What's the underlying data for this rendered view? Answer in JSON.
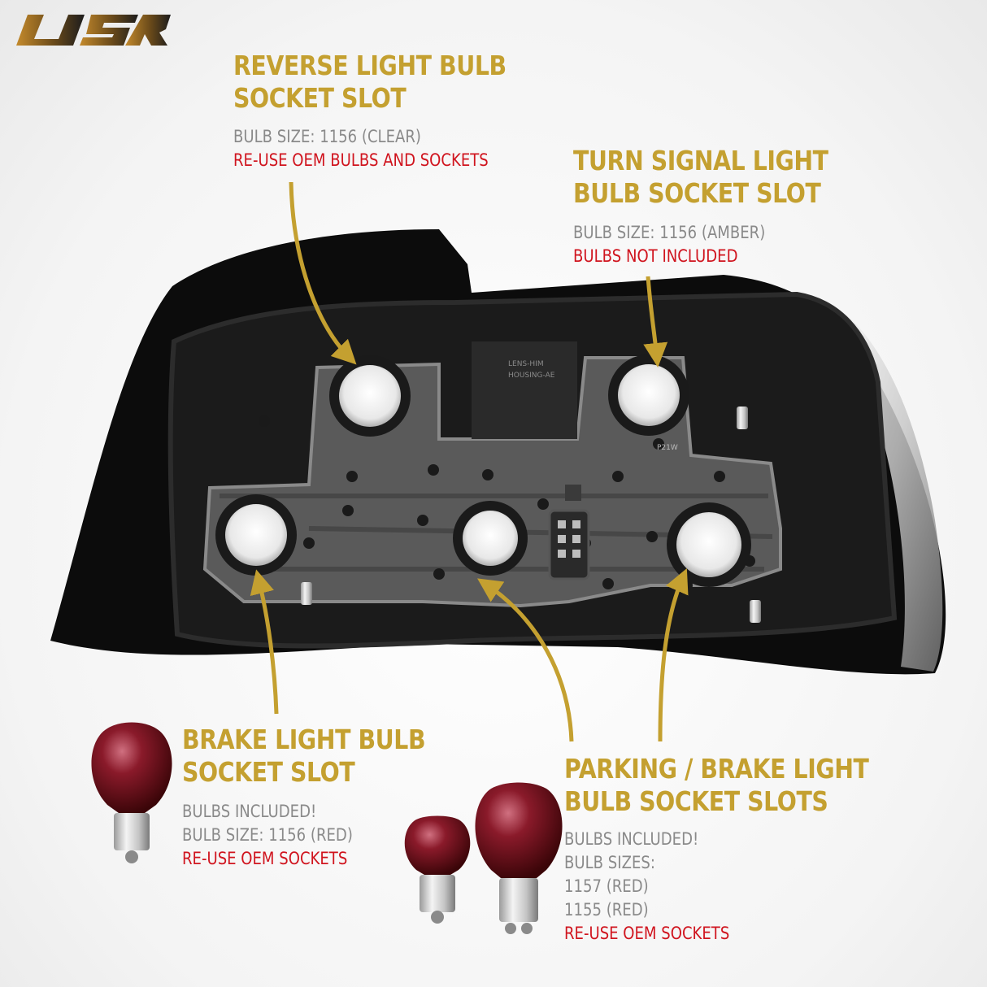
{
  "brand": {
    "logo_text": "USR"
  },
  "colors": {
    "gold": "#c4a030",
    "red": "#d0141e",
    "muted": "#8a8a8a",
    "logo_gradient_start": "#c48a2c",
    "logo_gradient_end": "#1c1c1c"
  },
  "callouts": {
    "reverse": {
      "title_line1": "REVERSE LIGHT BULB",
      "title_line2": "SOCKET SLOT",
      "bulb_size": "BULB SIZE: 1156 (CLEAR)",
      "note": "RE-USE OEM BULBS AND SOCKETS"
    },
    "turn": {
      "title_line1": "TURN SIGNAL LIGHT",
      "title_line2": "BULB SOCKET SLOT",
      "bulb_size": "BULB SIZE: 1156 (AMBER)",
      "note": "BULBS NOT INCLUDED"
    },
    "brake": {
      "title_line1": "BRAKE LIGHT BULB",
      "title_line2": "SOCKET SLOT",
      "included": "BULBS INCLUDED!",
      "bulb_size": "BULB SIZE: 1156 (RED)",
      "note": "RE-USE OEM SOCKETS"
    },
    "parking": {
      "title_line1": "PARKING / BRAKE LIGHT",
      "title_line2": "BULB SOCKET SLOTS",
      "included": "BULBS INCLUDED!",
      "sizes_label": "BULB SIZES:",
      "size_1": "1157 (RED)",
      "size_2": "1155 (RED)",
      "note": "RE-USE OEM SOCKETS"
    }
  },
  "housing_labels": {
    "line1": "LENS-HIM",
    "line2": "HOUSING-AE",
    "bulb_marking": "P21W"
  }
}
